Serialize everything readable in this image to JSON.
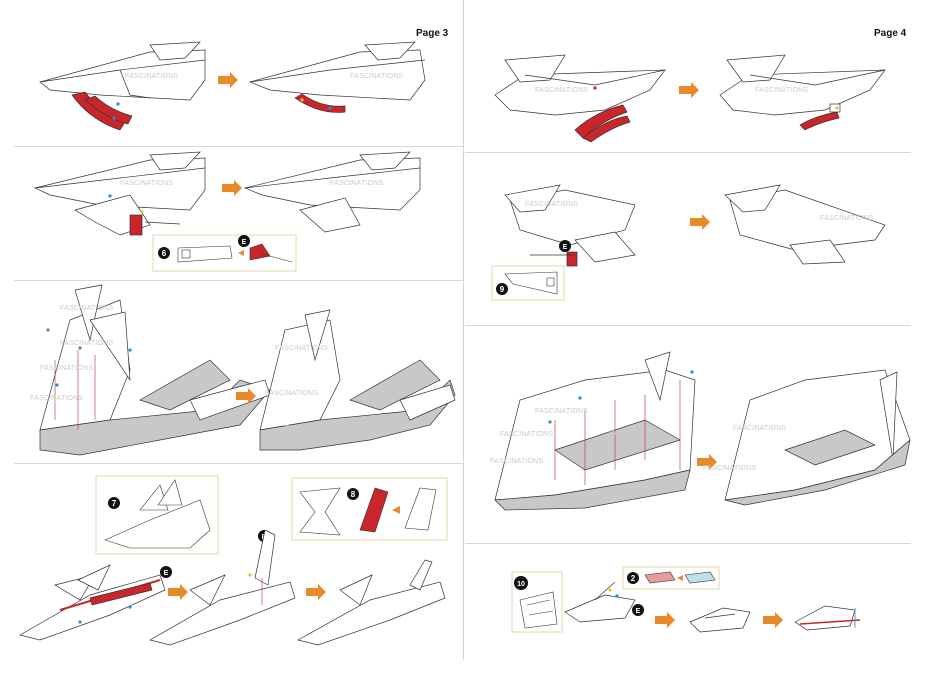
{
  "pages": {
    "left_label": "Page 3",
    "right_label": "Page 4"
  },
  "watermark": "FASCINATIONS",
  "badges": {
    "step_6": "6",
    "step_7": "7",
    "step_8": "8",
    "step_9": "9",
    "step_10": "10",
    "step_2": "2",
    "tab_e": "E"
  },
  "colors": {
    "highlight_red": "#c9252b",
    "arrow_orange": "#e8892a",
    "shading_gray": "#c8c8c8",
    "inset_border": "#e6d7a8",
    "marker_blue": "#2b8fcf",
    "marker_yellow": "#e4c22a"
  }
}
